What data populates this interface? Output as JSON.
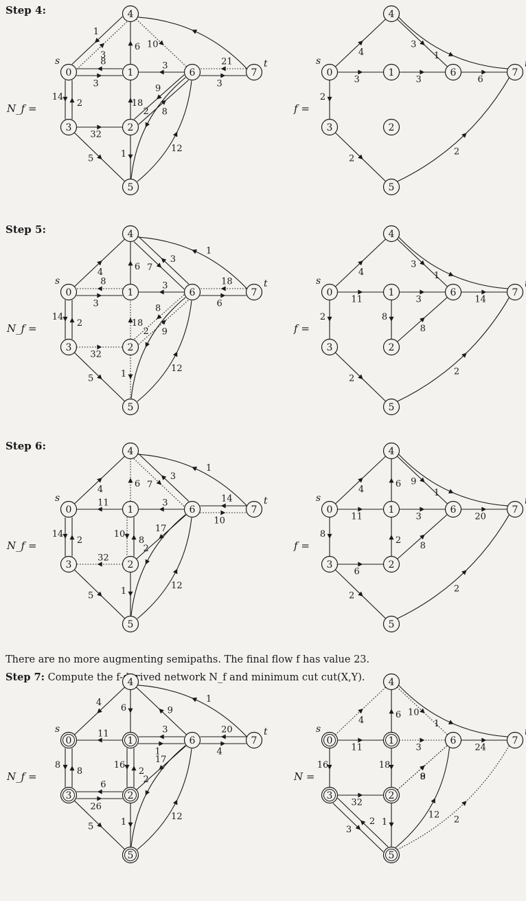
{
  "steps": {
    "step4": "Step 4:",
    "step5": "Step 5:",
    "step6": "Step 6:",
    "step7_label": "Step 7:",
    "step7_text": "Compute the f-derived network N_f and minimum cut cut(X,Y)."
  },
  "caption_final": "There are no more augmenting semipaths. The final flow f has value 23.",
  "vertex_labels": {
    "source": "s",
    "sink": "t"
  },
  "network_labels": {
    "Nf": "N_f =",
    "f": "f =",
    "N": "N ="
  },
  "node_names": [
    "0",
    "1",
    "2",
    "3",
    "4",
    "5",
    "6",
    "7"
  ],
  "panels": [
    {
      "id": "step4-nf",
      "side": "left",
      "row": 0,
      "lhs": "Nf",
      "edges": [
        [
          "0",
          "4",
          "3",
          "dotted"
        ],
        [
          "4",
          "0",
          "1",
          "solid"
        ],
        [
          "0",
          "1",
          "3",
          "solid"
        ],
        [
          "1",
          "0",
          "8",
          "solid"
        ],
        [
          "1",
          "4",
          "6",
          "solid"
        ],
        [
          "4",
          "6",
          "10",
          "dotted"
        ],
        [
          "6",
          "1",
          "3",
          "solid"
        ],
        [
          "6",
          "7",
          "3",
          "solid"
        ],
        [
          "7",
          "6",
          "21",
          "dotted"
        ],
        [
          "7",
          "4",
          "",
          "solid"
        ],
        [
          "0",
          "3",
          "14",
          "solid"
        ],
        [
          "3",
          "0",
          "2",
          "solid"
        ],
        [
          "3",
          "2",
          "32",
          "solid"
        ],
        [
          "2",
          "1",
          "18",
          "solid"
        ],
        [
          "6",
          "2",
          "9",
          "solid"
        ],
        [
          "2",
          "6",
          "8",
          "solid"
        ],
        [
          "3",
          "5",
          "5",
          "solid"
        ],
        [
          "2",
          "5",
          "1",
          "solid"
        ],
        [
          "5",
          "6",
          "12",
          "solid"
        ],
        [
          "6",
          "5",
          "2",
          "solid"
        ]
      ]
    },
    {
      "id": "step4-f",
      "side": "right",
      "row": 0,
      "lhs": "f",
      "edges": [
        [
          "4",
          "7",
          "1",
          "solid"
        ],
        [
          "0",
          "4",
          "4",
          "solid"
        ],
        [
          "4",
          "6",
          "3",
          "solid"
        ],
        [
          "0",
          "1",
          "3",
          "solid"
        ],
        [
          "1",
          "6",
          "3",
          "solid"
        ],
        [
          "6",
          "7",
          "6",
          "solid"
        ],
        [
          "0",
          "3",
          "2",
          "solid"
        ],
        [
          "3",
          "5",
          "2",
          "solid"
        ],
        [
          "5",
          "7",
          "2",
          "solid"
        ]
      ]
    },
    {
      "id": "step5-nf",
      "side": "left",
      "row": 1,
      "lhs": "Nf",
      "edges": [
        [
          "7",
          "4",
          "1",
          "solid"
        ],
        [
          "0",
          "4",
          "4",
          "solid"
        ],
        [
          "1",
          "4",
          "6",
          "solid"
        ],
        [
          "4",
          "6",
          "7",
          "solid"
        ],
        [
          "6",
          "4",
          "3",
          "solid"
        ],
        [
          "0",
          "1",
          "3",
          "solid"
        ],
        [
          "1",
          "0",
          "8",
          "dotted"
        ],
        [
          "6",
          "1",
          "3",
          "solid"
        ],
        [
          "6",
          "7",
          "6",
          "solid"
        ],
        [
          "7",
          "6",
          "18",
          "dotted"
        ],
        [
          "0",
          "3",
          "14",
          "solid"
        ],
        [
          "3",
          "0",
          "2",
          "solid"
        ],
        [
          "3",
          "2",
          "32",
          "dotted"
        ],
        [
          "2",
          "1",
          "18",
          "dotted"
        ],
        [
          "2",
          "6",
          "9",
          "dotted"
        ],
        [
          "6",
          "2",
          "8",
          "dotted"
        ],
        [
          "3",
          "5",
          "5",
          "solid"
        ],
        [
          "2",
          "5",
          "1",
          "dotted"
        ],
        [
          "5",
          "6",
          "12",
          "solid"
        ],
        [
          "6",
          "5",
          "2",
          "solid"
        ]
      ]
    },
    {
      "id": "step5-f",
      "side": "right",
      "row": 1,
      "lhs": "f",
      "edges": [
        [
          "4",
          "7",
          "1",
          "solid"
        ],
        [
          "0",
          "4",
          "4",
          "solid"
        ],
        [
          "4",
          "6",
          "3",
          "solid"
        ],
        [
          "0",
          "1",
          "11",
          "solid"
        ],
        [
          "1",
          "6",
          "3",
          "solid"
        ],
        [
          "6",
          "7",
          "14",
          "solid"
        ],
        [
          "1",
          "2",
          "8",
          "solid"
        ],
        [
          "2",
          "6",
          "8",
          "solid"
        ],
        [
          "0",
          "3",
          "2",
          "solid"
        ],
        [
          "3",
          "5",
          "2",
          "solid"
        ],
        [
          "5",
          "7",
          "2",
          "solid"
        ]
      ]
    },
    {
      "id": "step6-nf",
      "side": "left",
      "row": 2,
      "lhs": "Nf",
      "edges": [
        [
          "7",
          "4",
          "1",
          "solid"
        ],
        [
          "0",
          "4",
          "4",
          "solid"
        ],
        [
          "1",
          "4",
          "6",
          "dotted"
        ],
        [
          "4",
          "6",
          "7",
          "dotted"
        ],
        [
          "6",
          "4",
          "3",
          "solid"
        ],
        [
          "1",
          "0",
          "11",
          "solid"
        ],
        [
          "6",
          "1",
          "3",
          "solid"
        ],
        [
          "7",
          "6",
          "14",
          "solid"
        ],
        [
          "6",
          "7",
          "10",
          "dotted"
        ],
        [
          "0",
          "3",
          "14",
          "solid"
        ],
        [
          "3",
          "0",
          "2",
          "solid"
        ],
        [
          "1",
          "2",
          "10",
          "dotted"
        ],
        [
          "2",
          "1",
          "8",
          "solid"
        ],
        [
          "2",
          "3",
          "32",
          "dotted"
        ],
        [
          "6",
          "2",
          "17",
          "solid"
        ],
        [
          "3",
          "5",
          "5",
          "solid"
        ],
        [
          "2",
          "5",
          "1",
          "solid"
        ],
        [
          "5",
          "6",
          "12",
          "solid"
        ],
        [
          "6",
          "5",
          "2",
          "solid"
        ]
      ]
    },
    {
      "id": "step6-f",
      "side": "right",
      "row": 2,
      "lhs": "f",
      "edges": [
        [
          "4",
          "7",
          "1",
          "solid"
        ],
        [
          "0",
          "4",
          "4",
          "solid"
        ],
        [
          "1",
          "4",
          "6",
          "solid"
        ],
        [
          "4",
          "6",
          "9",
          "solid"
        ],
        [
          "0",
          "1",
          "11",
          "solid"
        ],
        [
          "1",
          "6",
          "3",
          "solid"
        ],
        [
          "6",
          "7",
          "20",
          "solid"
        ],
        [
          "2",
          "1",
          "2",
          "solid"
        ],
        [
          "2",
          "6",
          "8",
          "solid"
        ],
        [
          "0",
          "3",
          "8",
          "solid"
        ],
        [
          "3",
          "2",
          "6",
          "solid"
        ],
        [
          "3",
          "5",
          "2",
          "solid"
        ],
        [
          "5",
          "7",
          "2",
          "solid"
        ]
      ]
    },
    {
      "id": "step7-nf",
      "side": "left",
      "row": 3,
      "lhs": "Nf",
      "cut": [
        "0",
        "1",
        "2",
        "3",
        "5"
      ],
      "edges": [
        [
          "7",
          "4",
          "1",
          "solid"
        ],
        [
          "4",
          "0",
          "4",
          "solid"
        ],
        [
          "4",
          "1",
          "6",
          "solid"
        ],
        [
          "1",
          "6",
          "1",
          "solid"
        ],
        [
          "6",
          "4",
          "9",
          "solid"
        ],
        [
          "1",
          "0",
          "11",
          "solid"
        ],
        [
          "6",
          "1",
          "3",
          "solid"
        ],
        [
          "7",
          "6",
          "20",
          "solid"
        ],
        [
          "6",
          "7",
          "4",
          "solid"
        ],
        [
          "0",
          "3",
          "8",
          "solid"
        ],
        [
          "3",
          "0",
          "8",
          "solid"
        ],
        [
          "1",
          "2",
          "16",
          "solid"
        ],
        [
          "2",
          "1",
          "2",
          "solid"
        ],
        [
          "3",
          "2",
          "26",
          "solid"
        ],
        [
          "2",
          "3",
          "6",
          "solid"
        ],
        [
          "6",
          "2",
          "17",
          "solid"
        ],
        [
          "3",
          "5",
          "5",
          "solid"
        ],
        [
          "2",
          "5",
          "1",
          "solid"
        ],
        [
          "5",
          "6",
          "12",
          "solid"
        ],
        [
          "6",
          "5",
          "2",
          "solid"
        ]
      ]
    },
    {
      "id": "step7-n",
      "side": "right",
      "row": 3,
      "lhs": "N",
      "cut": [
        "0",
        "1",
        "2",
        "3",
        "5"
      ],
      "edges": [
        [
          "0",
          "4",
          "4",
          "dotted"
        ],
        [
          "1",
          "4",
          "6",
          "solid"
        ],
        [
          "4",
          "6",
          "10",
          "dotted"
        ],
        [
          "4",
          "7",
          "1",
          "solid"
        ],
        [
          "0",
          "1",
          "11",
          "solid"
        ],
        [
          "1",
          "6",
          "3",
          "dotted"
        ],
        [
          "6",
          "7",
          "24",
          "solid"
        ],
        [
          "0",
          "3",
          "16",
          "solid"
        ],
        [
          "1",
          "2",
          "18",
          "solid"
        ],
        [
          "2",
          "6",
          "9",
          "dotted"
        ],
        [
          "2",
          "6",
          "8",
          "dotted"
        ],
        [
          "3",
          "2",
          "32",
          "solid"
        ],
        [
          "3",
          "5",
          "3",
          "solid"
        ],
        [
          "5",
          "3",
          "2",
          "solid"
        ],
        [
          "2",
          "5",
          "1",
          "solid"
        ],
        [
          "5",
          "6",
          "12",
          "solid"
        ],
        [
          "5",
          "7",
          "2",
          "dotted"
        ]
      ]
    }
  ],
  "colors": {
    "ink": "#1a1a1a",
    "paper": "#f3f2ef"
  }
}
